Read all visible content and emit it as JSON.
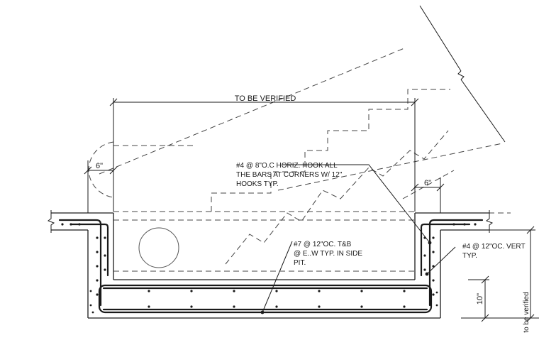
{
  "labels": {
    "overall_width": "TO BE VERIFIED",
    "dim_left": "6\"",
    "dim_right": "6\"",
    "dim_slab": "10\"",
    "dim_vertical": "to be verified",
    "note_horiz": [
      "#4 @ 8\"O.C HORIZ. HOOK ALL",
      "THE BARS AT CORNERS W/ 12\"",
      "HOOKS TYP."
    ],
    "note_slab": [
      "#7 @ 12\"OC. T&B",
      "@ E..W TYP. IN SIDE",
      "PIT."
    ],
    "note_vert": [
      "#4 @ 12\"OC. VERT",
      "TYP."
    ]
  }
}
